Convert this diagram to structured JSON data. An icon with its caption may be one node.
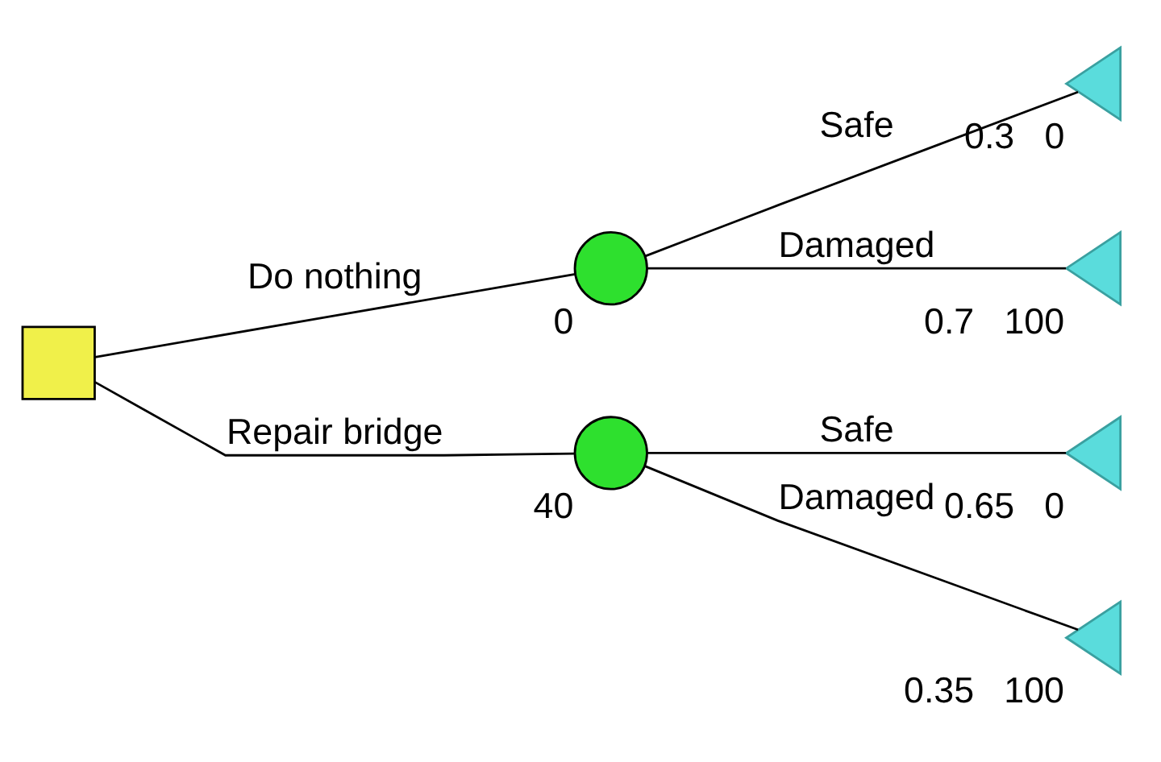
{
  "diagram": {
    "nodes": [
      {
        "text": [],
        "shape": "box"
      },
      {
        "text": [],
        "shape": "circle",
        "beside": [
          "0"
        ]
      },
      {
        "text": [],
        "shape": "circle",
        "beside": [
          "40"
        ]
      },
      {
        "text": [],
        "shape": "triangle",
        "beside": [
          "0.3",
          "0"
        ]
      },
      {
        "text": [],
        "shape": "triangle",
        "beside": [
          "0.7",
          "100"
        ]
      },
      {
        "text": [],
        "shape": "triangle",
        "beside": [
          "0.65",
          "0"
        ]
      },
      {
        "text": [],
        "shape": "triangle",
        "beside": [
          "0.35",
          "100"
        ]
      }
    ],
    "edges": [
      {
        "from": 0,
        "to": 1,
        "arrow": "none",
        "label": "Do nothing"
      },
      {
        "from": 0,
        "to": 2,
        "arrow": "none",
        "label": "Repair bridge"
      },
      {
        "from": 1,
        "to": 3,
        "arrow": "none",
        "label": "Safe"
      },
      {
        "from": 1,
        "to": 4,
        "arrow": "none",
        "label": "Damaged"
      },
      {
        "from": 2,
        "to": 5,
        "arrow": "none",
        "label": "Safe"
      },
      {
        "from": 2,
        "to": 6,
        "arrow": "none",
        "label": "Damaged"
      }
    ]
  }
}
